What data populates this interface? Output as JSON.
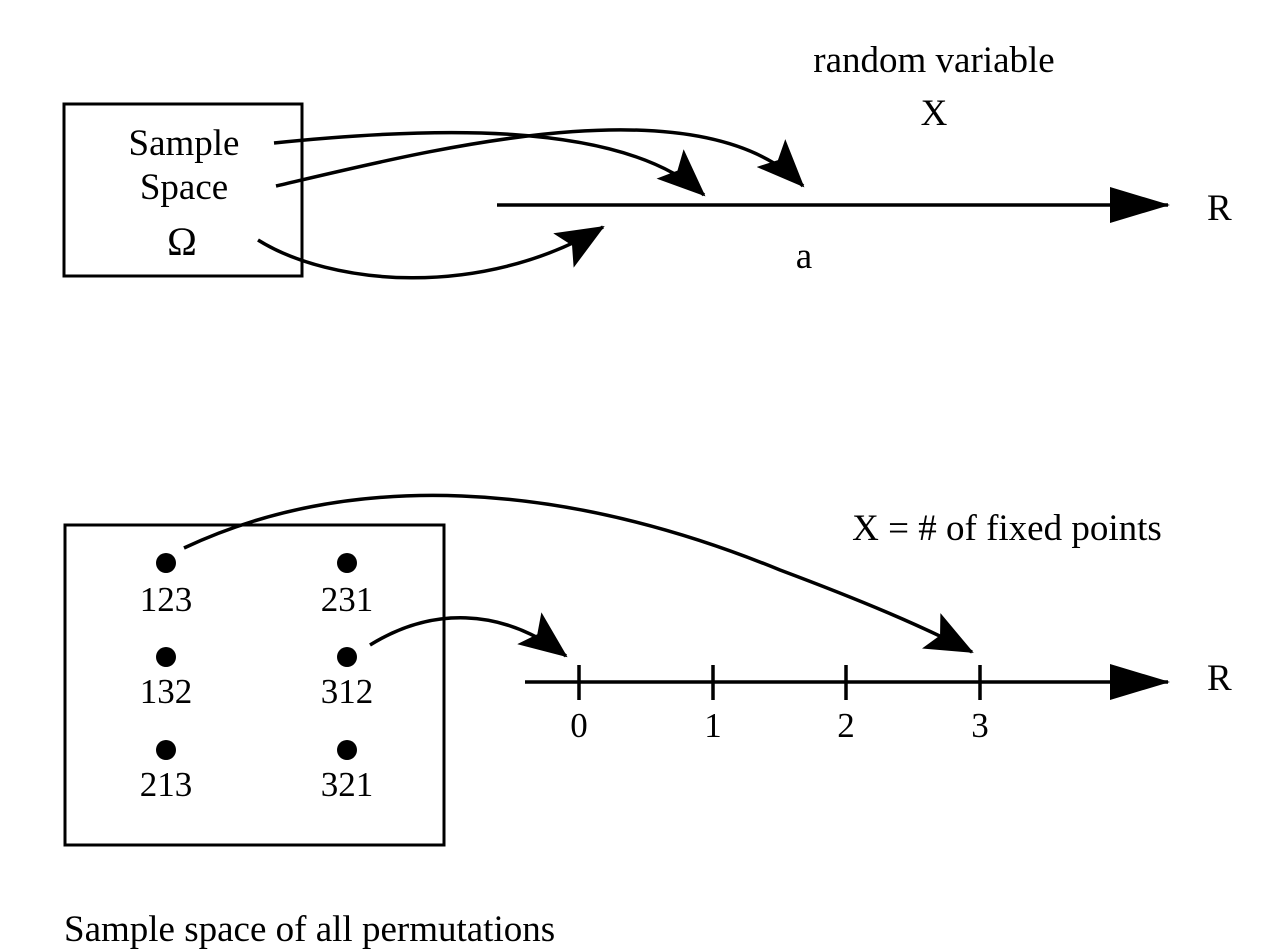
{
  "top": {
    "box_lines": [
      "Sample",
      "Space",
      "Ω"
    ],
    "mapping_title": "random variable",
    "mapping_symbol": "X",
    "point_label": "a",
    "axis_label": "R"
  },
  "bottom": {
    "permutations": [
      "123",
      "231",
      "132",
      "312",
      "213",
      "321"
    ],
    "mapping_description": "X = # of fixed points",
    "ticks": [
      "0",
      "1",
      "2",
      "3"
    ],
    "axis_label": "R",
    "caption": "Sample space of all permutations"
  }
}
